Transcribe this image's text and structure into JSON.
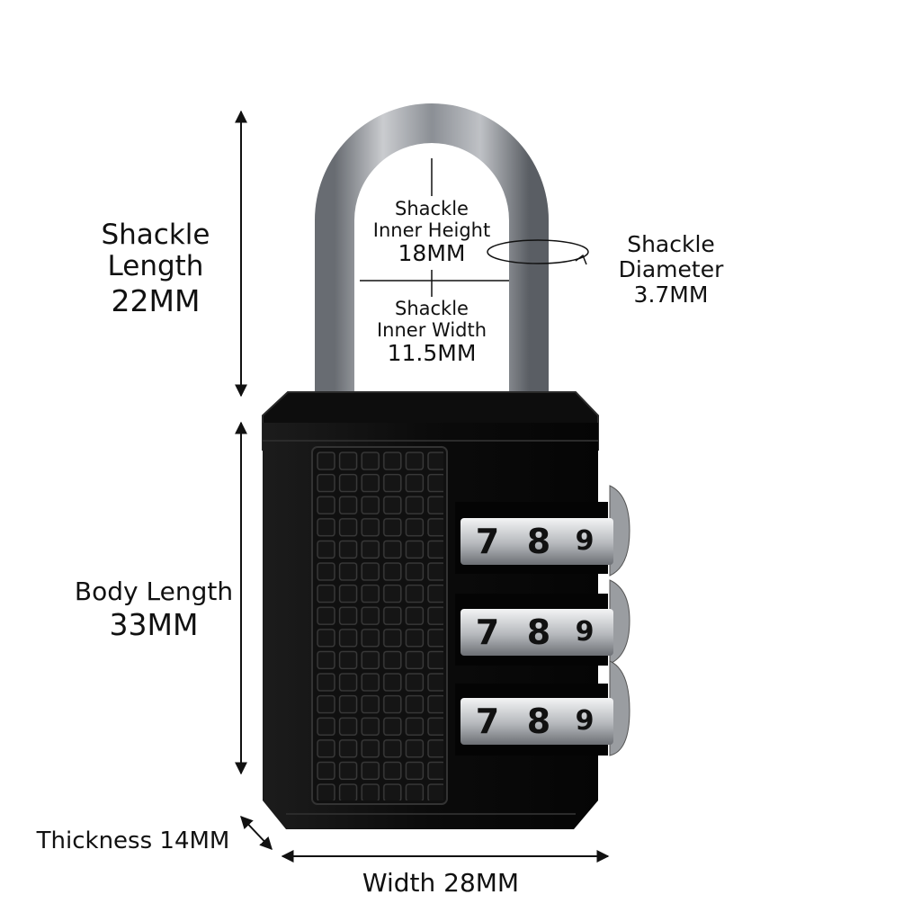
{
  "labels": {
    "shackle_length": {
      "line1": "Shackle",
      "line2": "Length",
      "value": "22MM"
    },
    "shackle_inner_height": {
      "line1": "Shackle",
      "line2": "Inner Height",
      "value": "18MM"
    },
    "shackle_inner_width": {
      "line1": "Shackle",
      "line2": "Inner Width",
      "value": "11.5MM"
    },
    "shackle_diameter": {
      "line1": "Shackle",
      "line2": "Diameter",
      "value": "3.7MM"
    },
    "body_length": {
      "line1": "Body Length",
      "value": "33MM"
    },
    "thickness": {
      "text": "Thickness 14MM"
    },
    "width": {
      "text": "Width 28MM"
    }
  },
  "dials": [
    {
      "digits": [
        "7",
        "8",
        "9"
      ]
    },
    {
      "digits": [
        "7",
        "8",
        "9"
      ]
    },
    {
      "digits": [
        "7",
        "8",
        "9"
      ]
    }
  ],
  "colors": {
    "body": "#0b0b0b",
    "shackle_chrome": "#b9bcc0",
    "dial_metal": "#c9ccd0",
    "text": "#111111"
  },
  "icons": {
    "dimension_arrow": "double-headed-arrow",
    "diameter_marker": "rotation-ellipse-arrow"
  }
}
